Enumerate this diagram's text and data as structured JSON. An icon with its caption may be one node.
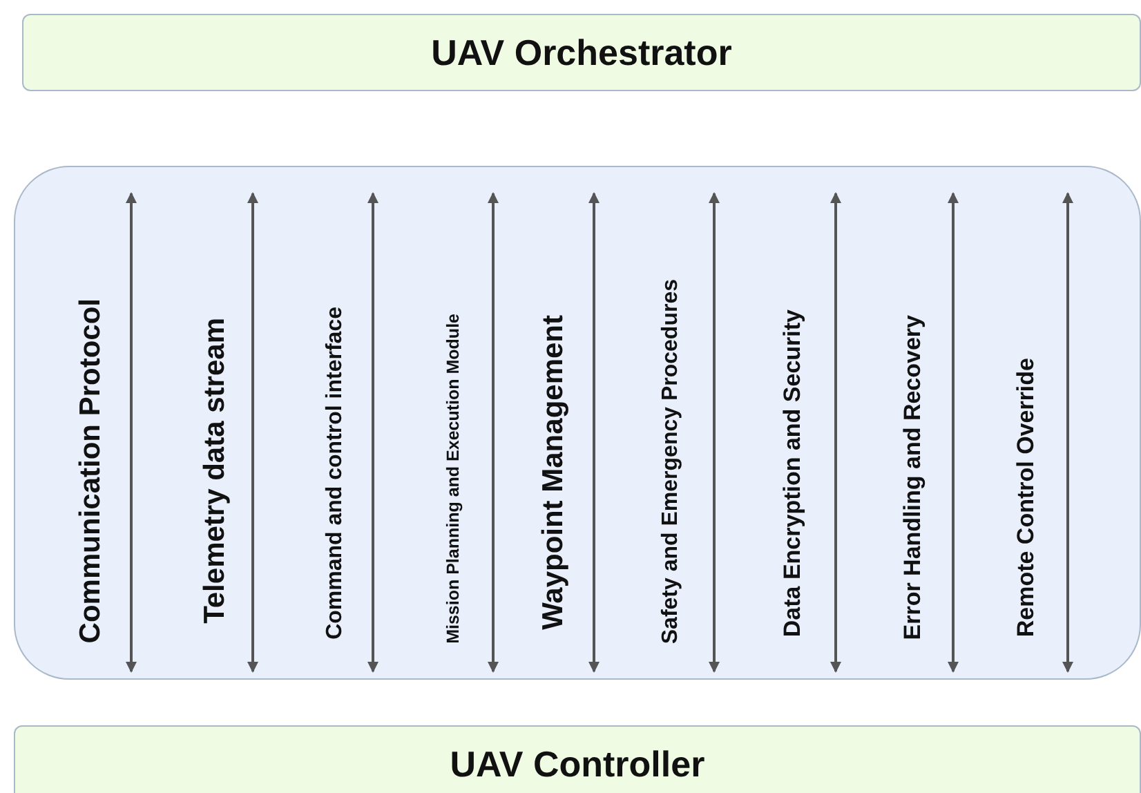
{
  "diagram": {
    "nodes": [
      {
        "text": [
          "UAV Orchestrator"
        ]
      },
      {
        "text": [],
        "shape": "box"
      },
      {
        "text": [
          "Communication Protocol"
        ],
        "in": 1
      },
      {
        "text": [
          "Telemetry data stream"
        ],
        "in": 1
      },
      {
        "text": [
          "Command and control interface"
        ],
        "in": 1
      },
      {
        "text": [
          "Mission Planning and Execution Module"
        ],
        "in": 1
      },
      {
        "text": [
          "Waypoint Management"
        ],
        "in": 1
      },
      {
        "text": [
          "Safety and Emergency Procedures"
        ],
        "in": 1
      },
      {
        "text": [
          "Data Encryption and Security"
        ],
        "in": 1
      },
      {
        "text": [
          "Error Handling and Recovery"
        ],
        "in": 1
      },
      {
        "text": [
          "Remote Control Override"
        ],
        "in": 1
      },
      {
        "text": [
          "UAV Controller"
        ]
      }
    ],
    "edges": []
  }
}
